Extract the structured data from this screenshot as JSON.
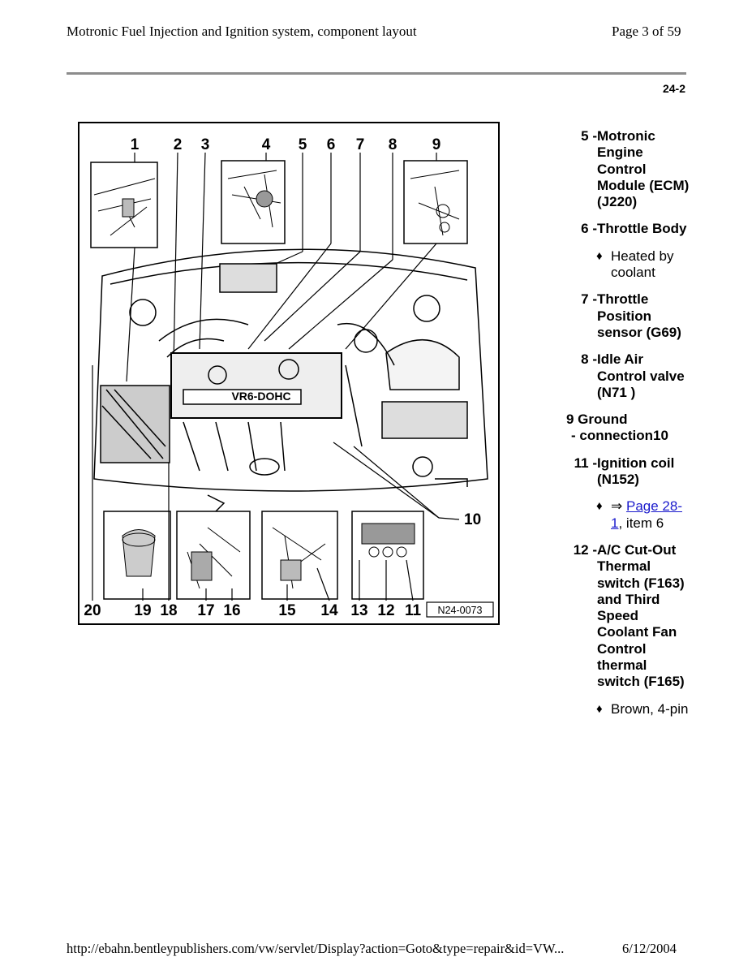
{
  "header": {
    "title": "Motronic Fuel Injection and Ignition system, component layout",
    "page": "Page 3 of 59"
  },
  "section_code": "24-2",
  "figure": {
    "top_callouts": [
      "1",
      "2",
      "3",
      "4",
      "5",
      "6",
      "7",
      "8",
      "9"
    ],
    "bottom_callouts": [
      "20",
      "19",
      "18",
      "17",
      "16",
      "15",
      "14",
      "13",
      "12",
      "11"
    ],
    "side_callout": "10",
    "engine_label": "VR6-DOHC",
    "figure_id": "N24-0073"
  },
  "legend": {
    "item5": {
      "num": "5 -",
      "text": "Motronic Engine Control Module (ECM) (J220)"
    },
    "item6": {
      "num": "6 -",
      "text": "Throttle Body"
    },
    "note6": "Heated by coolant",
    "item7": {
      "num": "7 -",
      "text": "Throttle Position sensor (G69)"
    },
    "item8": {
      "num": "8 -",
      "text": "Idle Air Control valve (N71 )"
    },
    "item9": {
      "line1": "9 Ground",
      "line2": "- connection10"
    },
    "item11": {
      "num": "11 -",
      "text": "Ignition coil (N152)"
    },
    "note11": {
      "arrow": "⇒",
      "link": "Page 28-1",
      "rest": ", item 6"
    },
    "item12": {
      "num": "12 -",
      "text": "A/C Cut-Out Thermal switch (F163) and Third Speed Coolant Fan Control thermal switch (F165)"
    },
    "note12": "Brown, 4-pin"
  },
  "footer": {
    "url": "http://ebahn.bentleypublishers.com/vw/servlet/Display?action=Goto&type=repair&id=VW...",
    "date": "6/12/2004"
  },
  "colors": {
    "link": "#1a1acc",
    "rule": "#8c8c8c",
    "diamond": "#000000"
  }
}
